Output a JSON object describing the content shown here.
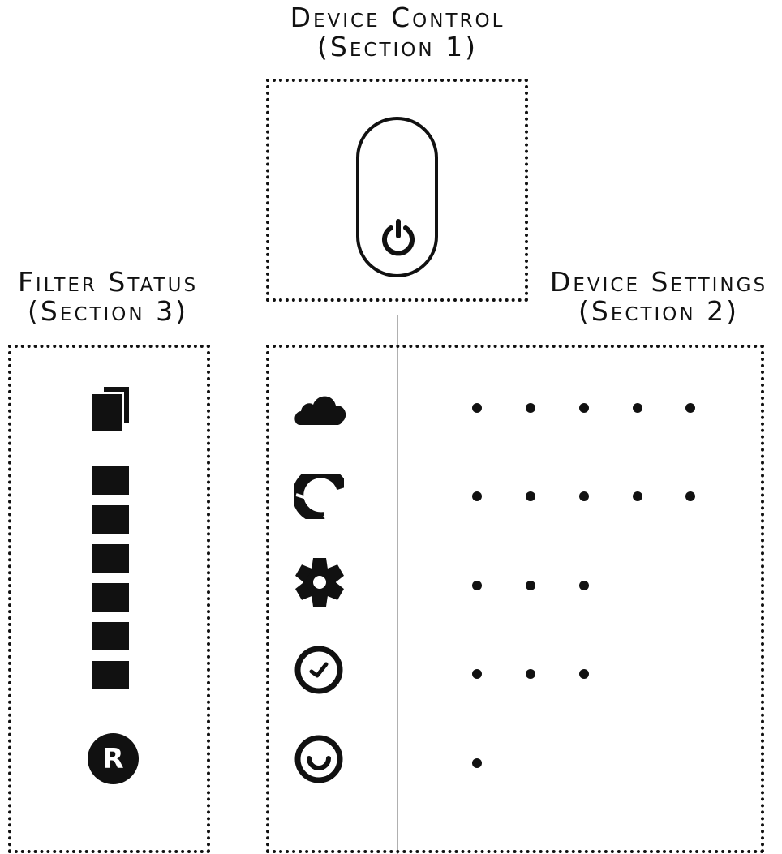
{
  "headings": {
    "section1": {
      "line1": "Device Control",
      "line2": "(Section 1)"
    },
    "section2": {
      "line1": "Device Settings",
      "line2": "(Section 2)"
    },
    "section3": {
      "line1": "Filter Status",
      "line2": "(Section 3)"
    }
  },
  "section1": {
    "power_icon": "power-icon"
  },
  "section2": {
    "rows": [
      {
        "icon": "cloud-icon",
        "dots": 5
      },
      {
        "icon": "fan-speed-icon",
        "dots": 5
      },
      {
        "icon": "gear-icon",
        "dots": 3
      },
      {
        "icon": "timer-icon",
        "dots": 3
      },
      {
        "icon": "smile-icon",
        "dots": 1
      }
    ]
  },
  "section3": {
    "filter_icon": "filter-icon",
    "level_bars_lit": 6,
    "level_bars_total": 6,
    "reset_label": "R"
  },
  "colors": {
    "ink": "#111111",
    "divider": "#b0b0b0",
    "background": "#ffffff"
  }
}
